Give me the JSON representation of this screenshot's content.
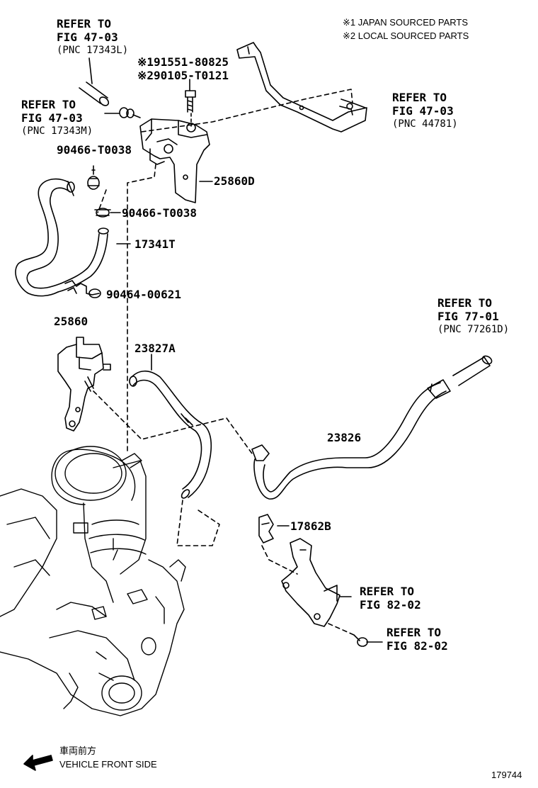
{
  "notes": {
    "japan": "※1 JAPAN SOURCED PARTS",
    "local": "※2 LOCAL SOURCED PARTS"
  },
  "refs": {
    "r1": {
      "line1": "REFER TO",
      "line2": "FIG 47-03",
      "line3": "(PNC 17343L)"
    },
    "r2": {
      "line1": "REFER TO",
      "line2": "FIG 47-03",
      "line3": "(PNC 17343M)"
    },
    "r3": {
      "line1": "REFER TO",
      "line2": "FIG 47-03",
      "line3": "(PNC 44781)"
    },
    "r4": {
      "line1": "REFER TO",
      "line2": "FIG 77-01",
      "line3": "(PNC 77261D)"
    },
    "r5": {
      "line1": "REFER TO",
      "line2": "FIG 82-02"
    },
    "r6": {
      "line1": "REFER TO",
      "line2": "FIG 82-02"
    }
  },
  "parts": {
    "bolt_jp": "※191551-80825",
    "bolt_local": "※290105-T0121",
    "clamp_upper": "90466-T0038",
    "clamp_lower": "90466-T0038",
    "bracket": "25860D",
    "hose": "17341T",
    "clip": "90464-00621",
    "vsv": "25860",
    "hose_a": "23827A",
    "hose_b": "23826",
    "clamp_c": "17862B"
  },
  "footer": {
    "front_jp": "車両前方",
    "front_en": "VEHICLE FRONT SIDE",
    "illustration_no": "179744"
  }
}
